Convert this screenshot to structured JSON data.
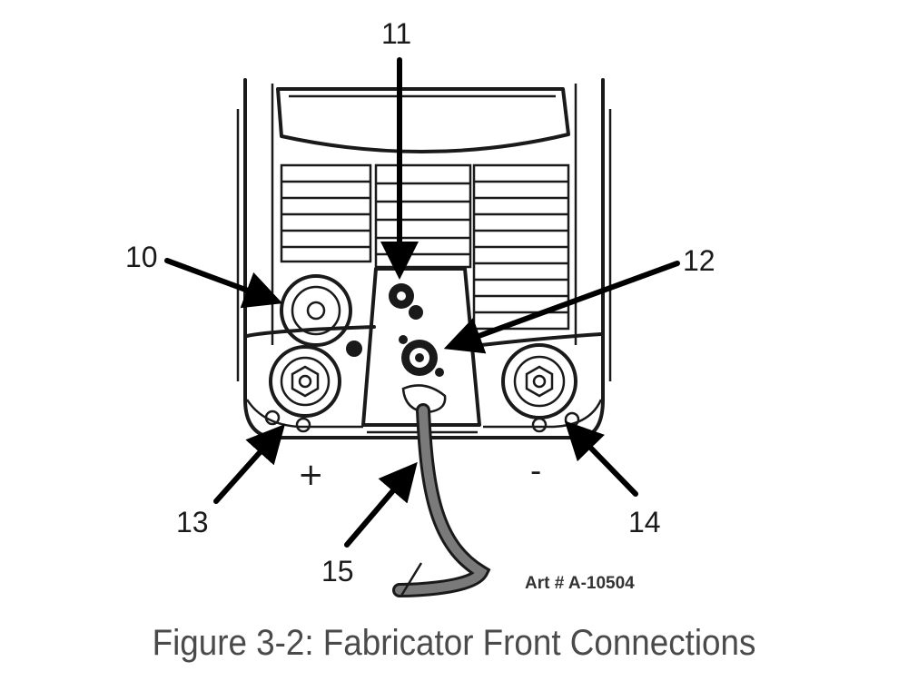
{
  "callouts": {
    "c10": "10",
    "c11": "11",
    "c12": "12",
    "c13": "13",
    "c14": "14",
    "c15": "15"
  },
  "polarity": {
    "positive": "+",
    "negative": "-"
  },
  "art_number": "Art # A-10504",
  "caption": "Figure 3-2: Fabricator Front Connections",
  "colors": {
    "line": "#1a1a1a",
    "cable": "#6e6e6e",
    "caption": "#4a4a4a"
  }
}
